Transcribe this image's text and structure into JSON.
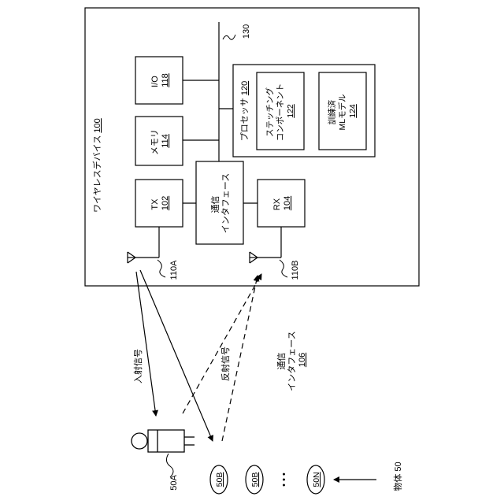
{
  "device": {
    "title": "ワイヤレスデバイス",
    "ref": "100"
  },
  "bus": {
    "ref": "130"
  },
  "io": {
    "label": "I/O",
    "ref": "118"
  },
  "memory": {
    "label": "メモリ",
    "ref": "114"
  },
  "tx": {
    "label": "TX",
    "ref": "102"
  },
  "rx": {
    "label": "RX",
    "ref": "104"
  },
  "comm_iface_internal": {
    "line1": "通信",
    "line2": "インタフェース"
  },
  "processor": {
    "label": "プロセッサ",
    "ref": "120",
    "stitching": {
      "line1": "ステッチング",
      "line2": "コンポーネント",
      "ref": "122"
    },
    "ml": {
      "line1": "訓練済",
      "line2": "MLモデル",
      "ref": "124"
    }
  },
  "antennas": {
    "a": "110A",
    "b": "110B"
  },
  "signals": {
    "incident": "入射信号",
    "reflected": "反射信号"
  },
  "comm_iface_external": {
    "line1": "通信",
    "line2": "インタフェース",
    "ref": "106"
  },
  "person": {
    "ref": "50A"
  },
  "objects": {
    "items": [
      "50B",
      "50B",
      "50N"
    ],
    "ellipsis": "• • •",
    "label": "物体 50"
  },
  "colors": {
    "line": "#000000",
    "background": "#ffffff"
  }
}
